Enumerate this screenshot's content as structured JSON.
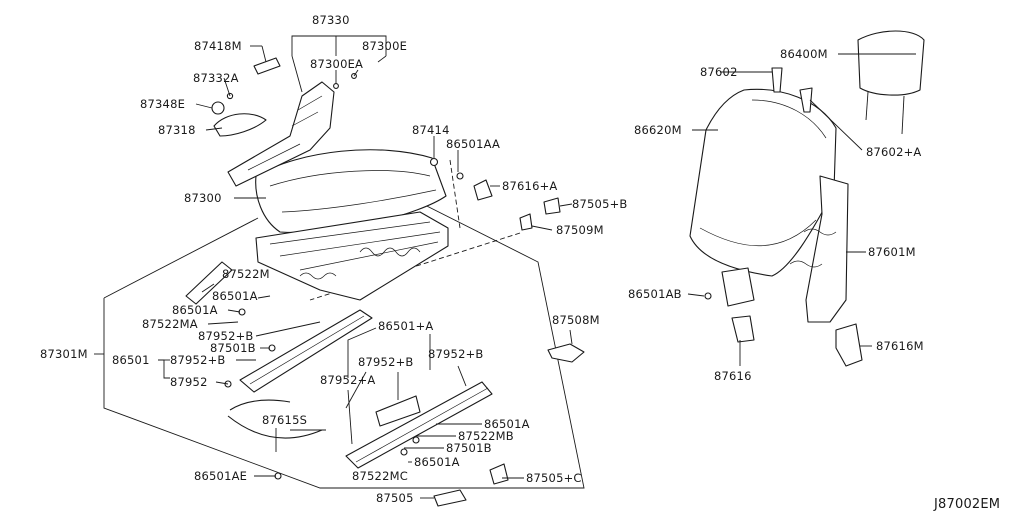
{
  "diagram": {
    "code": "J87002EM",
    "labels": {
      "l87330": "87330",
      "l87418m": "87418M",
      "l87300e": "87300E",
      "l87332a": "87332A",
      "l87300ea": "87300EA",
      "l87348e": "87348E",
      "l87318": "87318",
      "l87414": "87414",
      "l86501aa": "86501AA",
      "l87616a": "87616+A",
      "l87300": "87300",
      "l87505b": "87505+B",
      "l87509m": "87509M",
      "l87522m": "87522M",
      "l86501a_1": "86501A",
      "l86501a_2": "86501A",
      "l87522ma": "87522MA",
      "l87952b_1": "87952+B",
      "l86501pa": "86501+A",
      "l87301m": "87301M",
      "l87501b_1": "87501B",
      "l86501": "86501",
      "l87952b_2": "87952+B",
      "l87952b_3": "87952+B",
      "l87952b_4": "87952+B",
      "l87952a": "87952+A",
      "l87952": "87952",
      "l87508m": "87508M",
      "l87615s": "87615S",
      "l86501a_3": "86501A",
      "l87522mb": "87522MB",
      "l87501b_2": "87501B",
      "l86501a_4": "86501A",
      "l87522mc": "87522MC",
      "l86501ae": "86501AE",
      "l87505c": "87505+C",
      "l87505": "87505",
      "l86400m": "86400M",
      "l87602": "87602",
      "l86620m": "86620M",
      "l87602a": "87602+A",
      "l87601m": "87601M",
      "l86501ab": "86501AB",
      "l87616m": "87616M",
      "l87616": "87616"
    }
  }
}
